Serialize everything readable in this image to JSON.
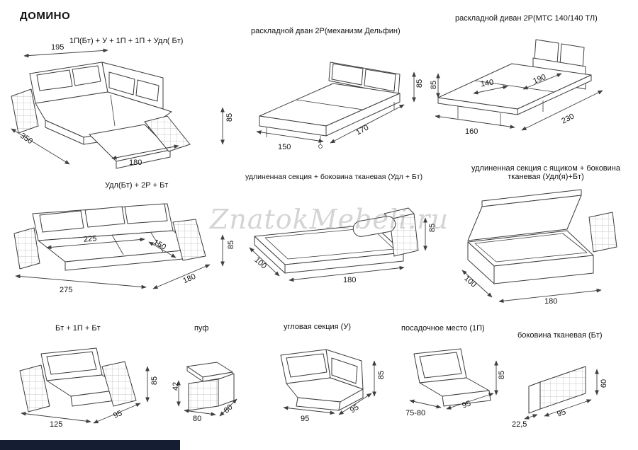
{
  "page": {
    "title": "ДОМИНО",
    "watermark": "ZnatokMebeli.ru"
  },
  "figures": [
    {
      "title": "1П(Бт) + У + 1П + 1П + Удл( Бт)",
      "dims": {
        "top_width": "195",
        "left_depth": "350",
        "front_width": "180",
        "height": "85"
      }
    },
    {
      "title": "раскладной дван 2Р(механизм Дельфин)",
      "dims": {
        "front_width": "150",
        "side_depth": "170",
        "height": "85"
      }
    },
    {
      "title": "раскладной диван 2Р(МТС 140/140 ТЛ)",
      "dims": {
        "inner_width": "140",
        "inner_depth": "190",
        "front_width": "160",
        "side_depth": "230",
        "height": "85"
      }
    },
    {
      "title": "Удл(Бт) + 2Р + Бт",
      "dims": {
        "inner_width": "225",
        "inner_depth": "150",
        "front_width": "275",
        "side_depth": "180",
        "height": "85"
      }
    },
    {
      "title": "удлиненная секция + боковина тканевая (Удл + Бт)",
      "dims": {
        "left_depth": "100",
        "front_width": "180",
        "height": "85"
      }
    },
    {
      "title": "удлиненная секция с ящиком + боковина тканевая (Удл(я)+Бт)",
      "dims": {
        "left_depth": "100",
        "front_width": "180"
      }
    },
    {
      "title": "Бт + 1П + Бт",
      "dims": {
        "front_width": "125",
        "side_depth": "95",
        "height": "85"
      }
    },
    {
      "title": "пуф",
      "dims": {
        "front_width": "80",
        "side_depth": "80",
        "height": "42"
      }
    },
    {
      "title": "угловая секция (У)",
      "dims": {
        "front_width": "95",
        "side_depth": "95",
        "height": "85"
      }
    },
    {
      "title": "посадочное место (1П)",
      "dims": {
        "front_width": "75-80",
        "side_depth": "95",
        "height": "85"
      }
    },
    {
      "title": "боковина тканевая (Бт)",
      "dims": {
        "front_width": "22,5",
        "side_depth": "95",
        "height": "60"
      }
    }
  ]
}
